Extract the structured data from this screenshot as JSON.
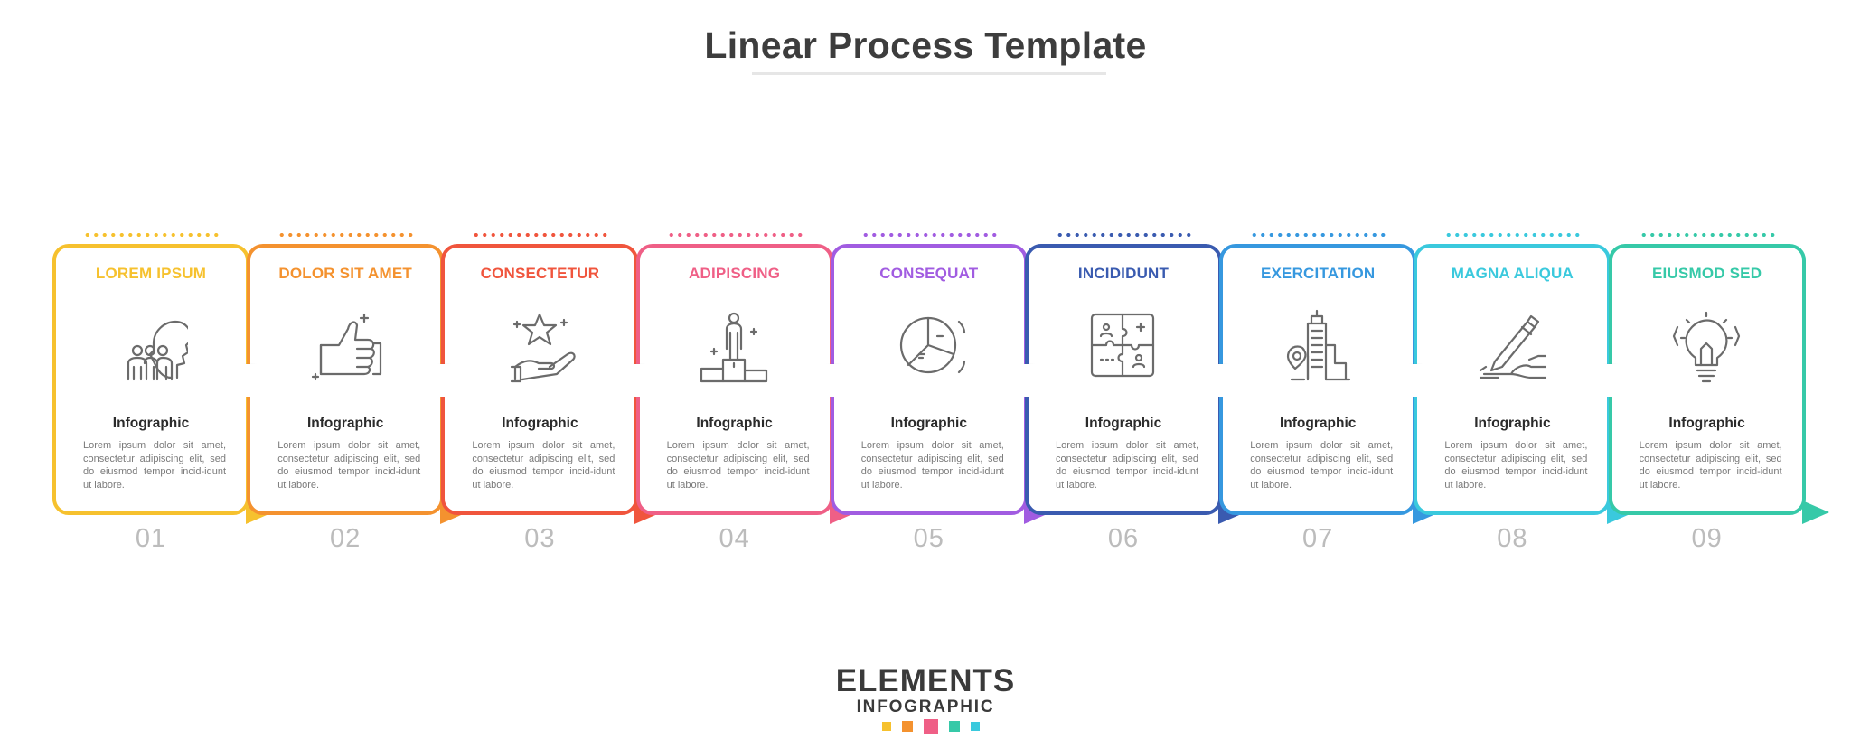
{
  "title": "Linear Process Template",
  "steps": [
    {
      "heading": "LOREM IPSUM",
      "label": "Infographic",
      "text": "Lorem ipsum dolor sit amet, consectetur adipiscing elit, sed do eiusmod tempor incid-idunt ut labore.",
      "number": "01",
      "color": "#f6c12e",
      "icon": "people-head-icon"
    },
    {
      "heading": "DOLOR SIT AMET",
      "label": "Infographic",
      "text": "Lorem ipsum dolor sit amet, consectetur adipiscing elit, sed do eiusmod tempor incid-idunt ut labore.",
      "number": "02",
      "color": "#f4922f",
      "icon": "thumbs-up-icon"
    },
    {
      "heading": "CONSECTETUR",
      "label": "Infographic",
      "text": "Lorem ipsum dolor sit amet, consectetur adipiscing elit, sed do eiusmod tempor incid-idunt ut labore.",
      "number": "03",
      "color": "#f0553d",
      "icon": "hand-star-icon"
    },
    {
      "heading": "ADIPISCING",
      "label": "Infographic",
      "text": "Lorem ipsum dolor sit amet, consectetur adipiscing elit, sed do eiusmod tempor incid-idunt ut labore.",
      "number": "04",
      "color": "#ef5f86",
      "icon": "podium-winner-icon"
    },
    {
      "heading": "CONSEQUAT",
      "label": "Infographic",
      "text": "Lorem ipsum dolor sit amet, consectetur adipiscing elit, sed do eiusmod tempor incid-idunt ut labore.",
      "number": "05",
      "color": "#a15ce1",
      "icon": "pie-chart-icon"
    },
    {
      "heading": "INCIDIDUNT",
      "label": "Infographic",
      "text": "Lorem ipsum dolor sit amet, consectetur adipiscing elit, sed do eiusmod tempor incid-idunt ut labore.",
      "number": "06",
      "color": "#3a5bb0",
      "icon": "puzzle-icon"
    },
    {
      "heading": "EXERCITATION",
      "label": "Infographic",
      "text": "Lorem ipsum dolor sit amet, consectetur adipiscing elit, sed do eiusmod tempor incid-idunt ut labore.",
      "number": "07",
      "color": "#3698df",
      "icon": "building-location-icon"
    },
    {
      "heading": "MAGNA ALIQUA",
      "label": "Infographic",
      "text": "Lorem ipsum dolor sit amet, consectetur adipiscing elit, sed do eiusmod tempor incid-idunt ut labore.",
      "number": "08",
      "color": "#3ac9dd",
      "icon": "hand-pen-icon"
    },
    {
      "heading": "EIUSMOD SED",
      "label": "Infographic",
      "text": "Lorem ipsum dolor sit amet, consectetur adipiscing elit, sed do eiusmod tempor incid-idunt ut labore.",
      "number": "09",
      "color": "#36c9a8",
      "icon": "lightbulb-code-icon"
    }
  ],
  "logo": {
    "main": "ELEMENTS",
    "sub": "INFOGRAPHIC",
    "square_colors": [
      "#f6c12e",
      "#f4922f",
      "#ef5f86",
      "#36c9a8",
      "#3ac9dd"
    ]
  }
}
